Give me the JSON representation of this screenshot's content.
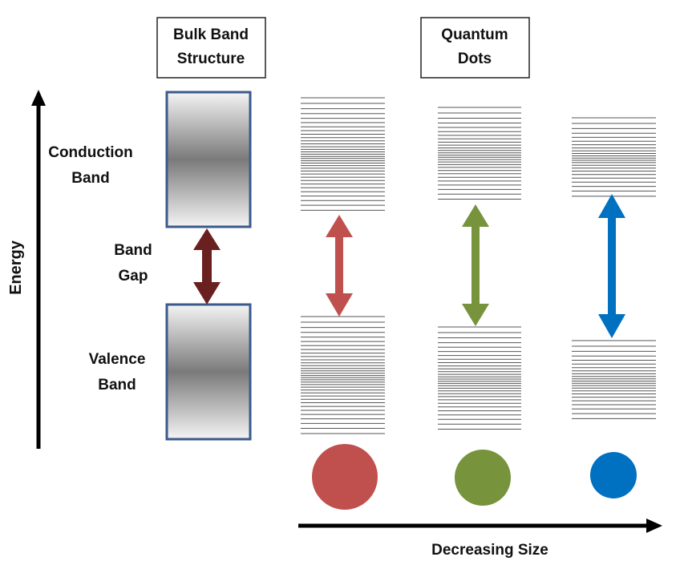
{
  "headers": {
    "bulk": [
      "Bulk Band",
      "Structure"
    ],
    "quantum": [
      "Quantum",
      "Dots"
    ]
  },
  "axis": {
    "energy_label": "Energy",
    "size_label": "Decreasing Size"
  },
  "bulk_labels": {
    "conduction": [
      "Conduction",
      "Band"
    ],
    "gap": [
      "Band",
      "Gap"
    ],
    "valence": [
      "Valence",
      "Band"
    ]
  },
  "colors": {
    "bulk_border": "#3a5a8c",
    "bulk_gap_arrow": "#6b2020",
    "dots": [
      "#c0504d",
      "#77933c",
      "#0070c0"
    ],
    "level_lines": "#555555"
  },
  "dots_relative_size": [
    1.0,
    0.84,
    0.71
  ],
  "band_gap_relative": [
    1.0,
    1.2,
    1.36
  ]
}
